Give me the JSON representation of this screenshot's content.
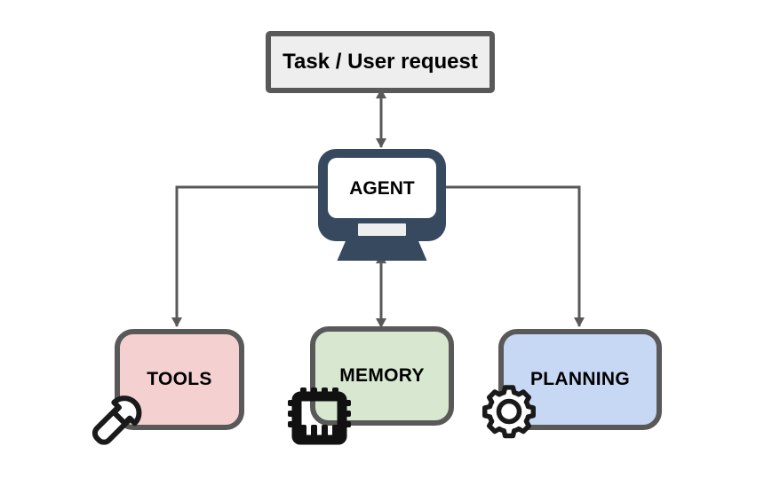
{
  "diagram": {
    "title": "Agent architecture diagram",
    "background_color": "#ffffff",
    "nodes": {
      "task": {
        "label": "Task / User request",
        "shape": "rectangle",
        "fill": "#eeeeee",
        "stroke": "#595959"
      },
      "agent": {
        "label": "AGENT",
        "shape": "monitor",
        "fill": "#ffffff",
        "body_color": "#36495f",
        "stroke": "#36495f"
      },
      "tools": {
        "label": "TOOLS",
        "shape": "rounded-rectangle",
        "fill": "#f5d0d1",
        "stroke": "#595959",
        "icon": "wrench-icon"
      },
      "memory": {
        "label": "MEMORY",
        "shape": "rounded-rectangle",
        "fill": "#d8e8d0",
        "stroke": "#595959",
        "icon": "cpu-chip-icon"
      },
      "planning": {
        "label": "PLANNING",
        "shape": "rounded-rectangle",
        "fill": "#c7d8f5",
        "stroke": "#595959",
        "icon": "gear-icon"
      }
    },
    "connectors": [
      {
        "name": "task-agent-connector",
        "from": "task",
        "to": "agent",
        "direction": "bidirectional",
        "style": "straight-vertical",
        "color": "#595959"
      },
      {
        "name": "agent-tools-connector",
        "from": "agent",
        "to": "tools",
        "direction": "bidirectional",
        "style": "elbow-left",
        "color": "#595959"
      },
      {
        "name": "agent-memory-connector",
        "from": "agent",
        "to": "memory",
        "direction": "bidirectional",
        "style": "straight-vertical",
        "color": "#595959"
      },
      {
        "name": "agent-planning-connector",
        "from": "agent",
        "to": "planning",
        "direction": "bidirectional",
        "style": "elbow-right",
        "color": "#595959"
      }
    ]
  }
}
